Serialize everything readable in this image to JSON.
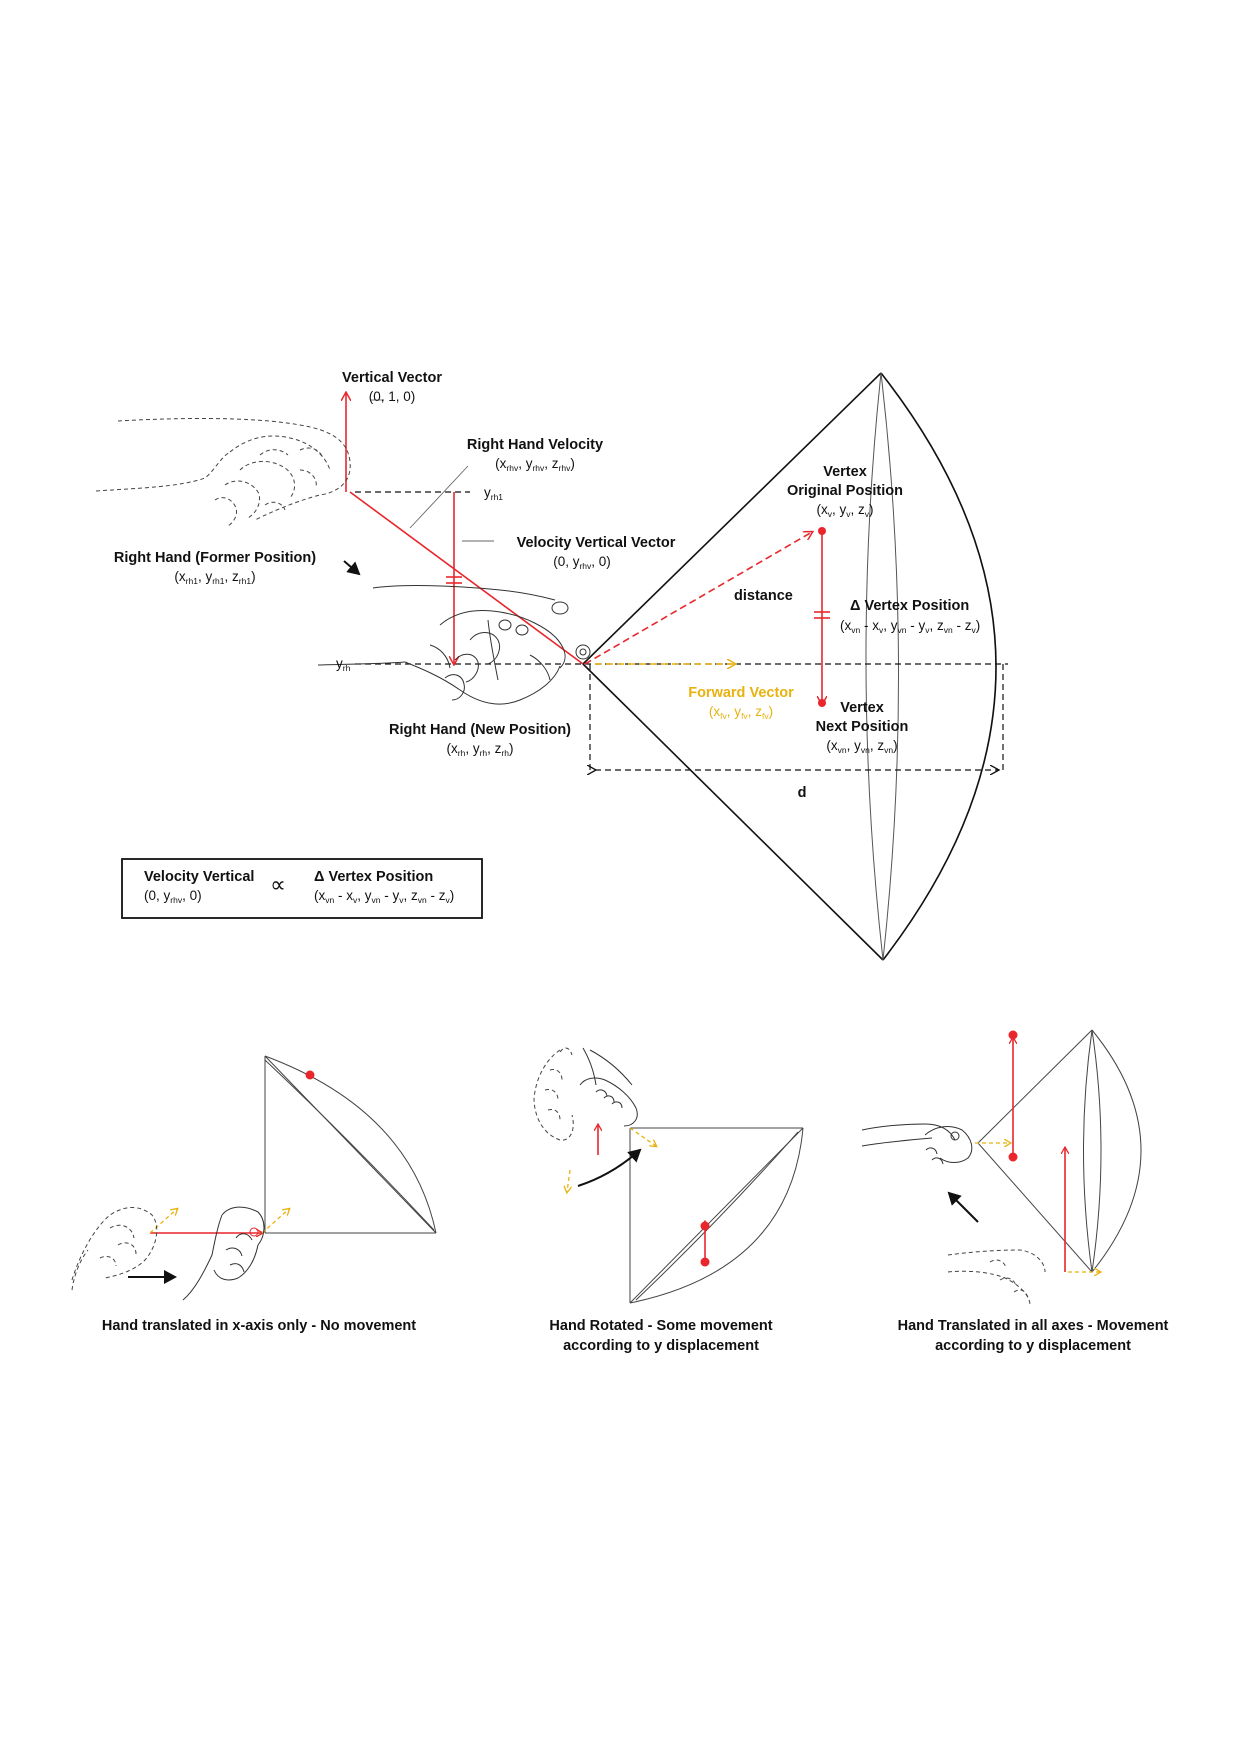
{
  "main_labels": {
    "vertical_vector_title": "Vertical Vector",
    "vertical_vector_coords": "(0, 1, 0)",
    "right_hand_velocity_title": "Right Hand Velocity",
    "velocity_vertical_vector_title": "Velocity Vertical Vector",
    "velocity_vertical_vector_coords_a": "(0, y",
    "velocity_vertical_vector_coords_sub": "rhv",
    "velocity_vertical_vector_coords_b": ", 0)",
    "right_hand_former_title": "Right Hand (Former Position)",
    "right_hand_new_title": "Right Hand (New Position)",
    "vertex_original_line1": "Vertex",
    "vertex_original_line2": "Original Position",
    "distance_label": "distance",
    "delta_vertex_title": "Δ Vertex Position",
    "forward_vector_title": "Forward Vector",
    "vertex_next_line1": "Vertex",
    "vertex_next_line2": "Next Position",
    "d_label": "d",
    "y_rh1_a": "y",
    "y_rh1_sub": "rh1",
    "y_rh_a": "y",
    "y_rh_sub": "rh"
  },
  "formula_box": {
    "left_title": "Velocity Vertical",
    "proportional_symbol": "∝",
    "right_title": "Δ Vertex Position"
  },
  "captions": {
    "panel1": "Hand translated in x-axis only - No movement",
    "panel2_line1": "Hand Rotated - Some movement",
    "panel2_line2": "according to y displacement",
    "panel3_line1": "Hand Translated in all axes - Movement",
    "panel3_line2": "according to y displacement"
  },
  "colors": {
    "red": "#e8262b",
    "yellow": "#e8b20f",
    "black": "#111111",
    "gray_line": "#555555"
  },
  "icons": {
    "hand_former": "dashed-hand-icon",
    "hand_new": "hand-with-controller-icon",
    "motion_arrow": "black-arrow-icon"
  }
}
